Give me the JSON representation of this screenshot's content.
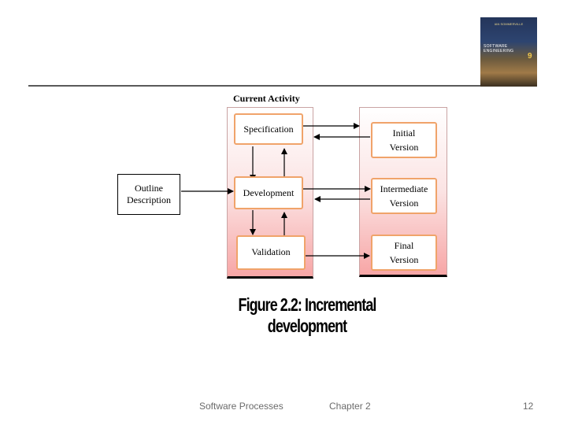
{
  "book_cover": {
    "top_text": "IAN SOMMERVILLE",
    "title": "SOFTWARE ENGINEERING",
    "edition": "9"
  },
  "diagram": {
    "current_activity": "Current Activity",
    "outline_description": "Outline Description",
    "activities": [
      "Specification",
      "Development",
      "Validation"
    ],
    "versions": [
      "Initial Version",
      "Intermediate Version",
      "Final Version"
    ]
  },
  "caption": "Figure 2.2: Incremental development",
  "footer": {
    "left": "Software Processes",
    "center": "Chapter 2",
    "page": "12"
  },
  "colors": {
    "box_border": "#f0a36a",
    "panel_fill": "#f7a6a6"
  }
}
